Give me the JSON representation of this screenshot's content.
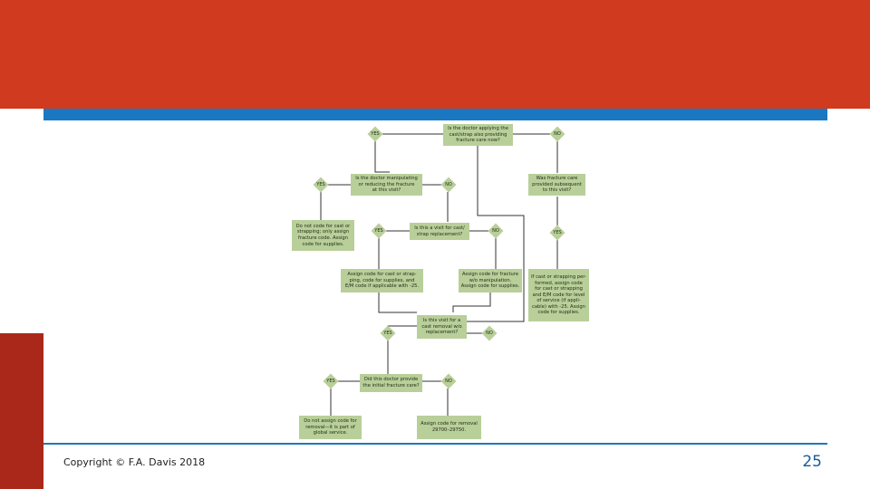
{
  "footer": {
    "copyright": "Copyright © F.A. Davis 2018",
    "page_number": "25"
  },
  "flowchart": {
    "q1": "Is the doctor applying the\ncast/strap also providing\nfracture care now?",
    "q2": "Is the doctor manipulating\nor reducing the fracture\nat this visit?",
    "q3": "Was fracture care\nprovided subsequent\nto this visit?",
    "q4": "Is this a visit for cast/\nstrap replacement?",
    "q5": "Is this visit for a\ncast removal w/o\nreplacement?",
    "q6": "Did this doctor provide\nthe initial fracture care?",
    "a1": "Do not code for cast or\nstrapping; only assign\nfracture code. Assign\ncode for supplies.",
    "a2": "Assign code for cast or strap-\nping, code for supplies, and\nE/M code if applicable with -25.",
    "a3": "Assign code for fracture\nw/o manipulation.\nAssign code for supplies.",
    "a4": "If cast or strapping per-\nformed, assign code\nfor cast or strapping\nand E/M code for level\nof service (if appli-\ncable) with -25. Assign\ncode for supplies.",
    "a5": "Do not assign code for\nremoval—it is part of\nglobal service.",
    "a6": "Assign code for removal\n29700–29750.",
    "yes": "YES",
    "no": "NO"
  }
}
